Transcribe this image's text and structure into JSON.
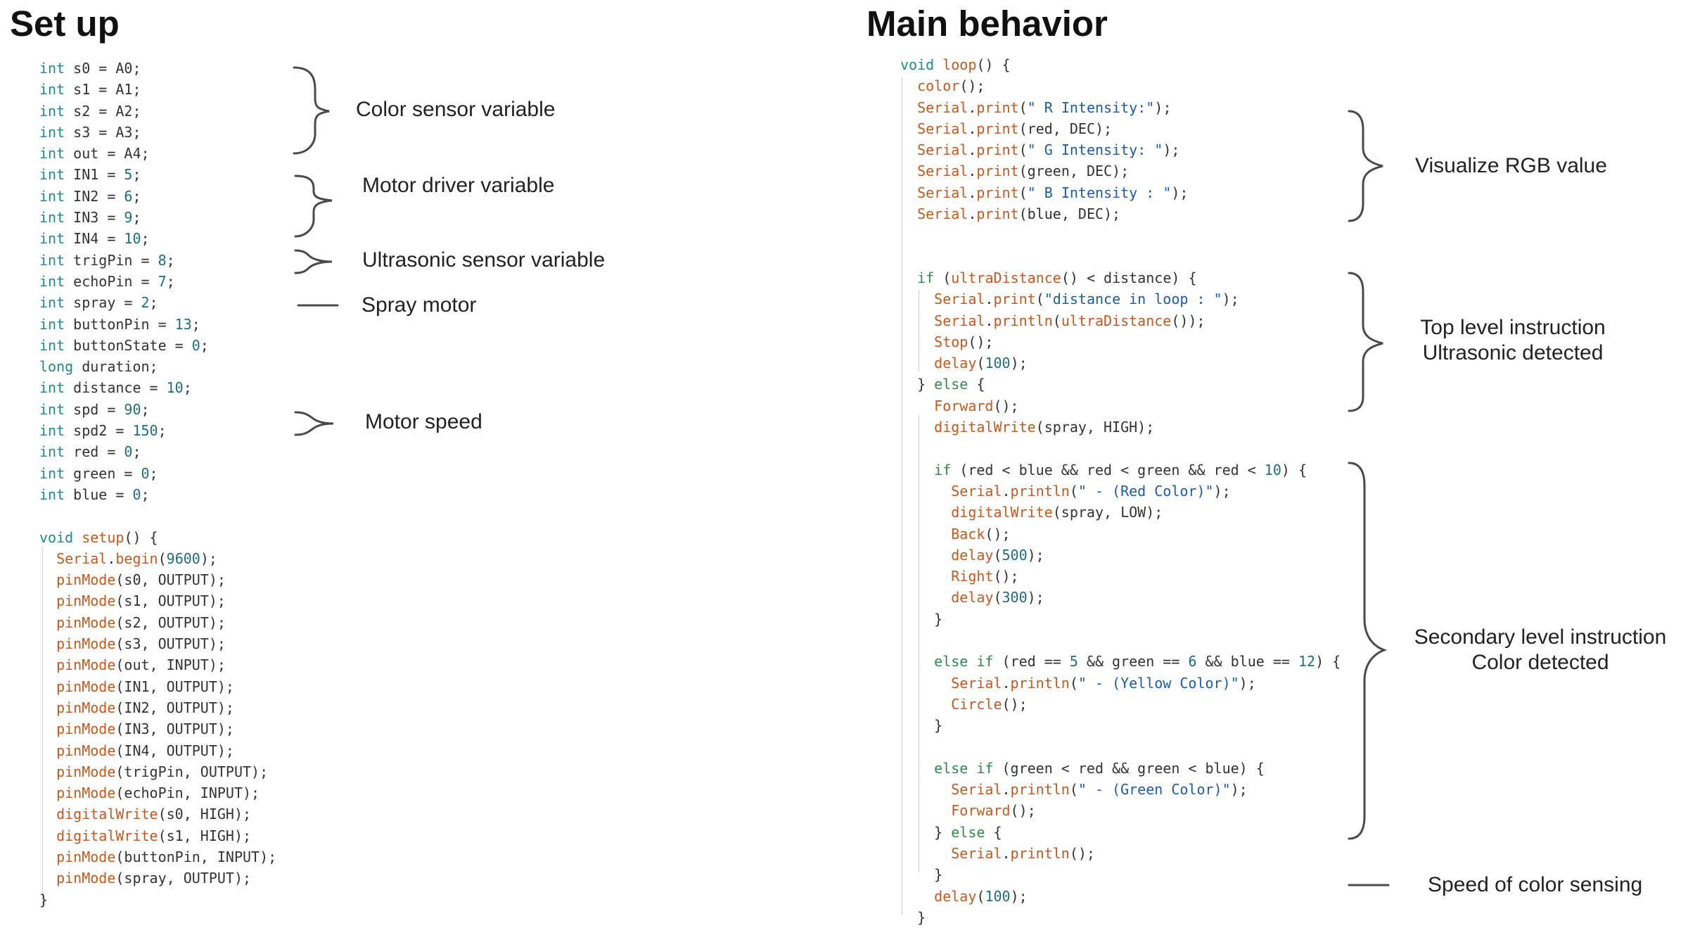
{
  "titles": {
    "setup": "Set up",
    "main": "Main behavior"
  },
  "setup_code": [
    [
      [
        "k",
        "int"
      ],
      [
        "p",
        " s0 = A0;"
      ]
    ],
    [
      [
        "k",
        "int"
      ],
      [
        "p",
        " s1 = A1;"
      ]
    ],
    [
      [
        "k",
        "int"
      ],
      [
        "p",
        " s2 = A2;"
      ]
    ],
    [
      [
        "k",
        "int"
      ],
      [
        "p",
        " s3 = A3;"
      ]
    ],
    [
      [
        "k",
        "int"
      ],
      [
        "p",
        " out = A4;"
      ]
    ],
    [
      [
        "k",
        "int"
      ],
      [
        "p",
        " IN1 = "
      ],
      [
        "n",
        "5"
      ],
      [
        "p",
        ";"
      ]
    ],
    [
      [
        "k",
        "int"
      ],
      [
        "p",
        " IN2 = "
      ],
      [
        "n",
        "6"
      ],
      [
        "p",
        ";"
      ]
    ],
    [
      [
        "k",
        "int"
      ],
      [
        "p",
        " IN3 = "
      ],
      [
        "n",
        "9"
      ],
      [
        "p",
        ";"
      ]
    ],
    [
      [
        "k",
        "int"
      ],
      [
        "p",
        " IN4 = "
      ],
      [
        "n",
        "10"
      ],
      [
        "p",
        ";"
      ]
    ],
    [
      [
        "k",
        "int"
      ],
      [
        "p",
        " trigPin = "
      ],
      [
        "n",
        "8"
      ],
      [
        "p",
        ";"
      ]
    ],
    [
      [
        "k",
        "int"
      ],
      [
        "p",
        " echoPin = "
      ],
      [
        "n",
        "7"
      ],
      [
        "p",
        ";"
      ]
    ],
    [
      [
        "k",
        "int"
      ],
      [
        "p",
        " spray = "
      ],
      [
        "n",
        "2"
      ],
      [
        "p",
        ";"
      ]
    ],
    [
      [
        "k",
        "int"
      ],
      [
        "p",
        " buttonPin = "
      ],
      [
        "n",
        "13"
      ],
      [
        "p",
        ";"
      ]
    ],
    [
      [
        "k",
        "int"
      ],
      [
        "p",
        " buttonState = "
      ],
      [
        "n",
        "0"
      ],
      [
        "p",
        ";"
      ]
    ],
    [
      [
        "k",
        "long"
      ],
      [
        "p",
        " duration;"
      ]
    ],
    [
      [
        "k",
        "int"
      ],
      [
        "p",
        " distance = "
      ],
      [
        "n",
        "10"
      ],
      [
        "p",
        ";"
      ]
    ],
    [
      [
        "k",
        "int"
      ],
      [
        "p",
        " spd = "
      ],
      [
        "n",
        "90"
      ],
      [
        "p",
        ";"
      ]
    ],
    [
      [
        "k",
        "int"
      ],
      [
        "p",
        " spd2 = "
      ],
      [
        "n",
        "150"
      ],
      [
        "p",
        ";"
      ]
    ],
    [
      [
        "k",
        "int"
      ],
      [
        "p",
        " red = "
      ],
      [
        "n",
        "0"
      ],
      [
        "p",
        ";"
      ]
    ],
    [
      [
        "k",
        "int"
      ],
      [
        "p",
        " green = "
      ],
      [
        "n",
        "0"
      ],
      [
        "p",
        ";"
      ]
    ],
    [
      [
        "k",
        "int"
      ],
      [
        "p",
        " blue = "
      ],
      [
        "n",
        "0"
      ],
      [
        "p",
        ";"
      ]
    ],
    [],
    [
      [
        "k",
        "void"
      ],
      [
        "p",
        " "
      ],
      [
        "f",
        "setup"
      ],
      [
        "p",
        "() {"
      ]
    ],
    [
      [
        "p",
        "  "
      ],
      [
        "f",
        "Serial"
      ],
      [
        "p",
        "."
      ],
      [
        "f",
        "begin"
      ],
      [
        "p",
        "("
      ],
      [
        "n",
        "9600"
      ],
      [
        "p",
        ");"
      ]
    ],
    [
      [
        "p",
        "  "
      ],
      [
        "f",
        "pinMode"
      ],
      [
        "p",
        "(s0, OUTPUT);"
      ]
    ],
    [
      [
        "p",
        "  "
      ],
      [
        "f",
        "pinMode"
      ],
      [
        "p",
        "(s1, OUTPUT);"
      ]
    ],
    [
      [
        "p",
        "  "
      ],
      [
        "f",
        "pinMode"
      ],
      [
        "p",
        "(s2, OUTPUT);"
      ]
    ],
    [
      [
        "p",
        "  "
      ],
      [
        "f",
        "pinMode"
      ],
      [
        "p",
        "(s3, OUTPUT);"
      ]
    ],
    [
      [
        "p",
        "  "
      ],
      [
        "f",
        "pinMode"
      ],
      [
        "p",
        "(out, INPUT);"
      ]
    ],
    [
      [
        "p",
        "  "
      ],
      [
        "f",
        "pinMode"
      ],
      [
        "p",
        "(IN1, OUTPUT);"
      ]
    ],
    [
      [
        "p",
        "  "
      ],
      [
        "f",
        "pinMode"
      ],
      [
        "p",
        "(IN2, OUTPUT);"
      ]
    ],
    [
      [
        "p",
        "  "
      ],
      [
        "f",
        "pinMode"
      ],
      [
        "p",
        "(IN3, OUTPUT);"
      ]
    ],
    [
      [
        "p",
        "  "
      ],
      [
        "f",
        "pinMode"
      ],
      [
        "p",
        "(IN4, OUTPUT);"
      ]
    ],
    [
      [
        "p",
        "  "
      ],
      [
        "f",
        "pinMode"
      ],
      [
        "p",
        "(trigPin, OUTPUT);"
      ]
    ],
    [
      [
        "p",
        "  "
      ],
      [
        "f",
        "pinMode"
      ],
      [
        "p",
        "(echoPin, INPUT);"
      ]
    ],
    [
      [
        "p",
        "  "
      ],
      [
        "f",
        "digitalWrite"
      ],
      [
        "p",
        "(s0, HIGH);"
      ]
    ],
    [
      [
        "p",
        "  "
      ],
      [
        "f",
        "digitalWrite"
      ],
      [
        "p",
        "(s1, HIGH);"
      ]
    ],
    [
      [
        "p",
        "  "
      ],
      [
        "f",
        "pinMode"
      ],
      [
        "p",
        "(buttonPin, INPUT);"
      ]
    ],
    [
      [
        "p",
        "  "
      ],
      [
        "f",
        "pinMode"
      ],
      [
        "p",
        "(spray, OUTPUT);"
      ]
    ],
    [
      [
        "p",
        "}"
      ]
    ]
  ],
  "main_code": [
    [
      [
        "k",
        "void"
      ],
      [
        "p",
        " "
      ],
      [
        "f",
        "loop"
      ],
      [
        "p",
        "() {"
      ]
    ],
    [
      [
        "p",
        "  "
      ],
      [
        "f",
        "color"
      ],
      [
        "p",
        "();"
      ]
    ],
    [
      [
        "p",
        "  "
      ],
      [
        "f",
        "Serial"
      ],
      [
        "p",
        "."
      ],
      [
        "f",
        "print"
      ],
      [
        "p",
        "("
      ],
      [
        "s",
        "\" R Intensity:\""
      ],
      [
        "p",
        ");"
      ]
    ],
    [
      [
        "p",
        "  "
      ],
      [
        "f",
        "Serial"
      ],
      [
        "p",
        "."
      ],
      [
        "f",
        "print"
      ],
      [
        "p",
        "(red, DEC);"
      ]
    ],
    [
      [
        "p",
        "  "
      ],
      [
        "f",
        "Serial"
      ],
      [
        "p",
        "."
      ],
      [
        "f",
        "print"
      ],
      [
        "p",
        "("
      ],
      [
        "s",
        "\" G Intensity: \""
      ],
      [
        "p",
        ");"
      ]
    ],
    [
      [
        "p",
        "  "
      ],
      [
        "f",
        "Serial"
      ],
      [
        "p",
        "."
      ],
      [
        "f",
        "print"
      ],
      [
        "p",
        "(green, DEC);"
      ]
    ],
    [
      [
        "p",
        "  "
      ],
      [
        "f",
        "Serial"
      ],
      [
        "p",
        "."
      ],
      [
        "f",
        "print"
      ],
      [
        "p",
        "("
      ],
      [
        "s",
        "\" B Intensity : \""
      ],
      [
        "p",
        ");"
      ]
    ],
    [
      [
        "p",
        "  "
      ],
      [
        "f",
        "Serial"
      ],
      [
        "p",
        "."
      ],
      [
        "f",
        "print"
      ],
      [
        "p",
        "(blue, DEC);"
      ]
    ],
    [],
    [],
    [
      [
        "p",
        "  "
      ],
      [
        "c",
        "if"
      ],
      [
        "p",
        " ("
      ],
      [
        "f",
        "ultraDistance"
      ],
      [
        "p",
        "() < distance) {"
      ]
    ],
    [
      [
        "p",
        "    "
      ],
      [
        "f",
        "Serial"
      ],
      [
        "p",
        "."
      ],
      [
        "f",
        "print"
      ],
      [
        "p",
        "("
      ],
      [
        "s",
        "\"distance in loop : \""
      ],
      [
        "p",
        ");"
      ]
    ],
    [
      [
        "p",
        "    "
      ],
      [
        "f",
        "Serial"
      ],
      [
        "p",
        "."
      ],
      [
        "f",
        "println"
      ],
      [
        "p",
        "("
      ],
      [
        "f",
        "ultraDistance"
      ],
      [
        "p",
        "());"
      ]
    ],
    [
      [
        "p",
        "    "
      ],
      [
        "f",
        "Stop"
      ],
      [
        "p",
        "();"
      ]
    ],
    [
      [
        "p",
        "    "
      ],
      [
        "f",
        "delay"
      ],
      [
        "p",
        "("
      ],
      [
        "n",
        "100"
      ],
      [
        "p",
        ");"
      ]
    ],
    [
      [
        "p",
        "  } "
      ],
      [
        "c",
        "else"
      ],
      [
        "p",
        " {"
      ]
    ],
    [
      [
        "p",
        "    "
      ],
      [
        "f",
        "Forward"
      ],
      [
        "p",
        "();"
      ]
    ],
    [
      [
        "p",
        "    "
      ],
      [
        "f",
        "digitalWrite"
      ],
      [
        "p",
        "(spray, HIGH);"
      ]
    ],
    [],
    [
      [
        "p",
        "    "
      ],
      [
        "c",
        "if"
      ],
      [
        "p",
        " (red < blue && red < green && red < "
      ],
      [
        "n",
        "10"
      ],
      [
        "p",
        ") {"
      ]
    ],
    [
      [
        "p",
        "      "
      ],
      [
        "f",
        "Serial"
      ],
      [
        "p",
        "."
      ],
      [
        "f",
        "println"
      ],
      [
        "p",
        "("
      ],
      [
        "s",
        "\" - (Red Color)\""
      ],
      [
        "p",
        ");"
      ]
    ],
    [
      [
        "p",
        "      "
      ],
      [
        "f",
        "digitalWrite"
      ],
      [
        "p",
        "(spray, LOW);"
      ]
    ],
    [
      [
        "p",
        "      "
      ],
      [
        "f",
        "Back"
      ],
      [
        "p",
        "();"
      ]
    ],
    [
      [
        "p",
        "      "
      ],
      [
        "f",
        "delay"
      ],
      [
        "p",
        "("
      ],
      [
        "n",
        "500"
      ],
      [
        "p",
        ");"
      ]
    ],
    [
      [
        "p",
        "      "
      ],
      [
        "f",
        "Right"
      ],
      [
        "p",
        "();"
      ]
    ],
    [
      [
        "p",
        "      "
      ],
      [
        "f",
        "delay"
      ],
      [
        "p",
        "("
      ],
      [
        "n",
        "300"
      ],
      [
        "p",
        ");"
      ]
    ],
    [
      [
        "p",
        "    }"
      ]
    ],
    [],
    [
      [
        "p",
        "    "
      ],
      [
        "c",
        "else if"
      ],
      [
        "p",
        " (red == "
      ],
      [
        "n",
        "5"
      ],
      [
        "p",
        " && green == "
      ],
      [
        "n",
        "6"
      ],
      [
        "p",
        " && blue == "
      ],
      [
        "n",
        "12"
      ],
      [
        "p",
        ") {"
      ]
    ],
    [
      [
        "p",
        "      "
      ],
      [
        "f",
        "Serial"
      ],
      [
        "p",
        "."
      ],
      [
        "f",
        "println"
      ],
      [
        "p",
        "("
      ],
      [
        "s",
        "\" - (Yellow Color)\""
      ],
      [
        "p",
        ");"
      ]
    ],
    [
      [
        "p",
        "      "
      ],
      [
        "f",
        "Circle"
      ],
      [
        "p",
        "();"
      ]
    ],
    [
      [
        "p",
        "    }"
      ]
    ],
    [],
    [
      [
        "p",
        "    "
      ],
      [
        "c",
        "else if"
      ],
      [
        "p",
        " (green < red && green < blue) {"
      ]
    ],
    [
      [
        "p",
        "      "
      ],
      [
        "f",
        "Serial"
      ],
      [
        "p",
        "."
      ],
      [
        "f",
        "println"
      ],
      [
        "p",
        "("
      ],
      [
        "s",
        "\" - (Green Color)\""
      ],
      [
        "p",
        ");"
      ]
    ],
    [
      [
        "p",
        "      "
      ],
      [
        "f",
        "Forward"
      ],
      [
        "p",
        "();"
      ]
    ],
    [
      [
        "p",
        "    } "
      ],
      [
        "c",
        "else"
      ],
      [
        "p",
        " {"
      ]
    ],
    [
      [
        "p",
        "      "
      ],
      [
        "f",
        "Serial"
      ],
      [
        "p",
        "."
      ],
      [
        "f",
        "println"
      ],
      [
        "p",
        "();"
      ]
    ],
    [
      [
        "p",
        "    }"
      ]
    ],
    [
      [
        "p",
        "    "
      ],
      [
        "f",
        "delay"
      ],
      [
        "p",
        "("
      ],
      [
        "n",
        "100"
      ],
      [
        "p",
        ");"
      ]
    ],
    [
      [
        "p",
        "  }"
      ]
    ]
  ],
  "annotations": {
    "color_sensor": "Color sensor variable",
    "motor_driver": "Motor driver variable",
    "ultrasonic": "Ultrasonic sensor variable",
    "spray_motor": "Spray motor",
    "motor_speed": "Motor speed",
    "visualize_rgb": "Visualize RGB value",
    "top_level": "Top level instruction",
    "top_level_sub": "Ultrasonic detected",
    "secondary_level": "Secondary level instruction",
    "secondary_level_sub": "Color detected",
    "speed_color": "Speed of color sensing"
  }
}
